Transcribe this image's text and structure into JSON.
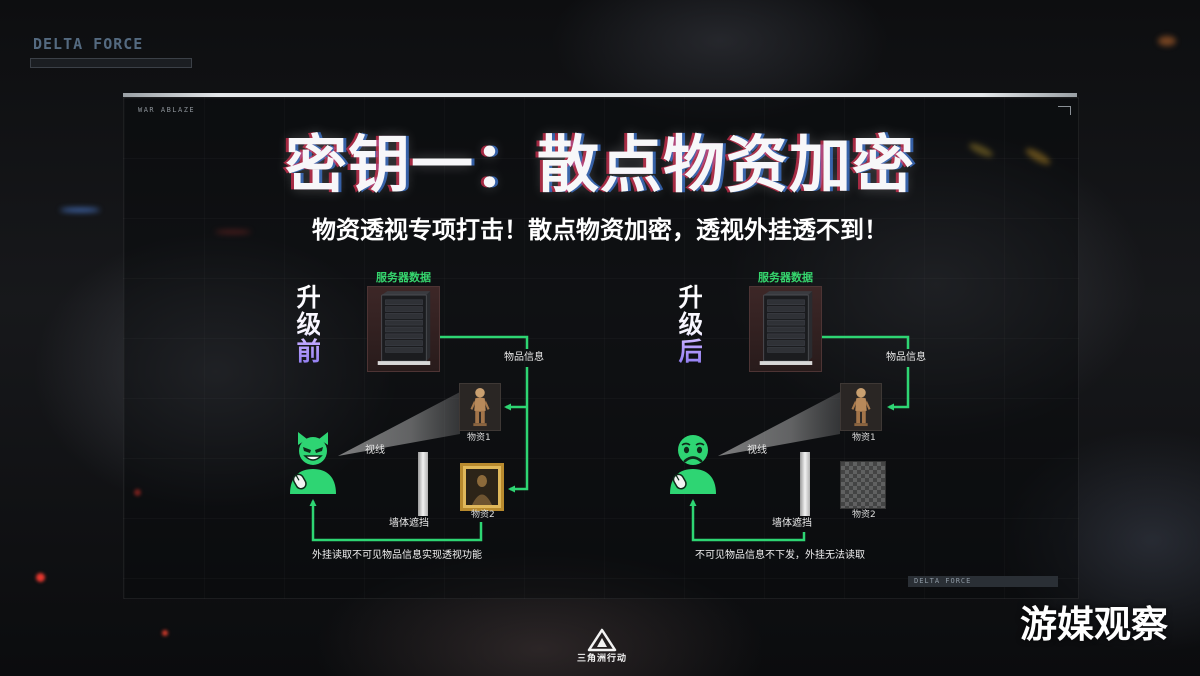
{
  "header": {
    "brand": "DELTA FORCE"
  },
  "frame": {
    "tag": "WAR ABLAZE",
    "footer_brand": "DELTA FORCE"
  },
  "title": "密钥一：散点物资加密",
  "subtitle": "物资透视专项打击！散点物资加密，透视外挂透不到！",
  "panels": [
    {
      "stage": "升级前",
      "server_label": "服务器数据",
      "info_label": "物品信息",
      "item1_label": "物资1",
      "item2_label": "物资2",
      "sight_label": "视线",
      "wall_label": "墙体遮挡",
      "caption": "外挂读取不可见物品信息实现透视功能",
      "player_icon": "devil-cheater-icon",
      "item2_icon": "painting-icon"
    },
    {
      "stage": "升级后",
      "server_label": "服务器数据",
      "info_label": "物品信息",
      "item1_label": "物资1",
      "item2_label": "物资2",
      "sight_label": "视线",
      "wall_label": "墙体遮挡",
      "caption": "不可见物品信息不下发，外挂无法读取",
      "player_icon": "sad-cheater-icon",
      "item2_icon": "mosaic-hidden-item-icon"
    }
  ],
  "logo": {
    "text": "三角洲行动",
    "icon": "delta-triangle-logo-icon"
  },
  "watermark": "游媒观察",
  "colors": {
    "accent_green": "#2ed573",
    "stage_purple": "#8f7cf0",
    "frame_line": "#e4e7ea",
    "painting_gold": "#d4a94a"
  }
}
